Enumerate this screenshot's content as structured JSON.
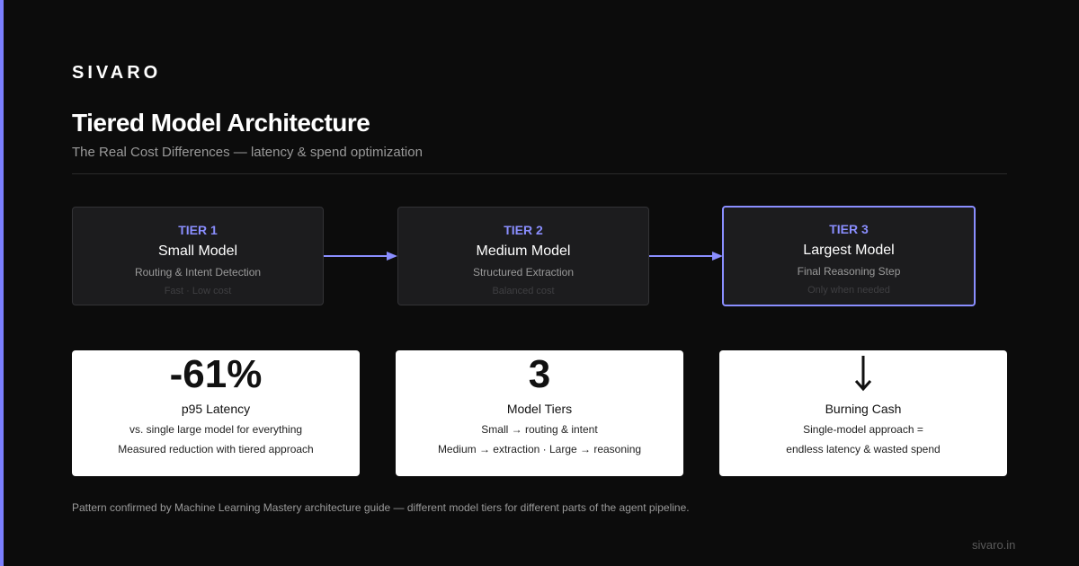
{
  "brand": "SIVARO",
  "title": "Tiered Model Architecture",
  "subtitle": "The Real Cost Differences — latency & spend optimization",
  "tiers": [
    {
      "label": "TIER 1",
      "name": "Small Model",
      "role": "Routing & Intent Detection",
      "note": "Fast · Low cost"
    },
    {
      "label": "TIER 2",
      "name": "Medium Model",
      "role": "Structured Extraction",
      "note": "Balanced cost"
    },
    {
      "label": "TIER 3",
      "name": "Largest Model",
      "role": "Final Reasoning Step",
      "note": "Only when needed"
    }
  ],
  "stats": [
    {
      "value": "-61%",
      "label": "p95 Latency",
      "line1": "vs. single large model for everything",
      "line2": "Measured reduction with tiered approach"
    },
    {
      "value": "3",
      "label": "Model Tiers",
      "line1": "Small → routing & intent",
      "line2": "Medium → extraction · Large → reasoning"
    },
    {
      "icon": "down-arrow-icon",
      "label": "Burning Cash",
      "line1": "Single-model approach =",
      "line2": "endless latency & wasted spend"
    }
  ],
  "footnote": "Pattern confirmed by Machine Learning Mastery architecture guide — different model tiers for different parts of the agent pipeline.",
  "site": "sivaro.in",
  "colors": {
    "accent": "#8a8eff",
    "background": "#0c0c0c",
    "card": "#ffffff",
    "tier_box": "#1c1c1e"
  }
}
